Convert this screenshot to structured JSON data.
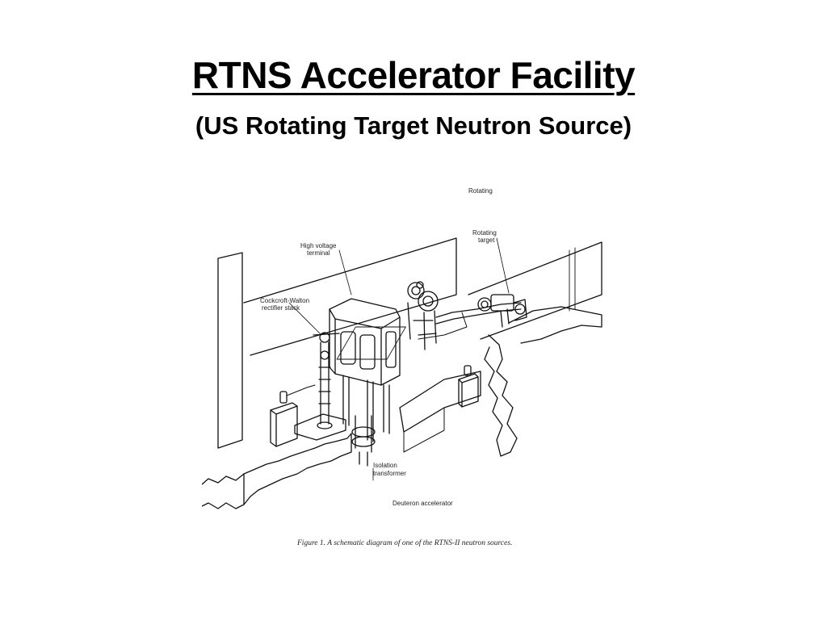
{
  "slide": {
    "title": "RTNS Accelerator Facility",
    "subtitle": "(US Rotating Target Neutron Source)"
  },
  "figure": {
    "labels": {
      "rotating_top": "Rotating",
      "rotating_target_1": "Rotating",
      "rotating_target_2": "target",
      "hv_terminal_1": "High voltage",
      "hv_terminal_2": "terminal",
      "cockcroft_1": "Cockcroft-Walton",
      "cockcroft_2": "rectifier stack",
      "isolation_1": "Isolation",
      "isolation_2": "transformer",
      "deuteron": "Deuteron accelerator"
    },
    "caption": "Figure 1.  A schematic diagram of one of the RTNS-II neutron sources."
  }
}
